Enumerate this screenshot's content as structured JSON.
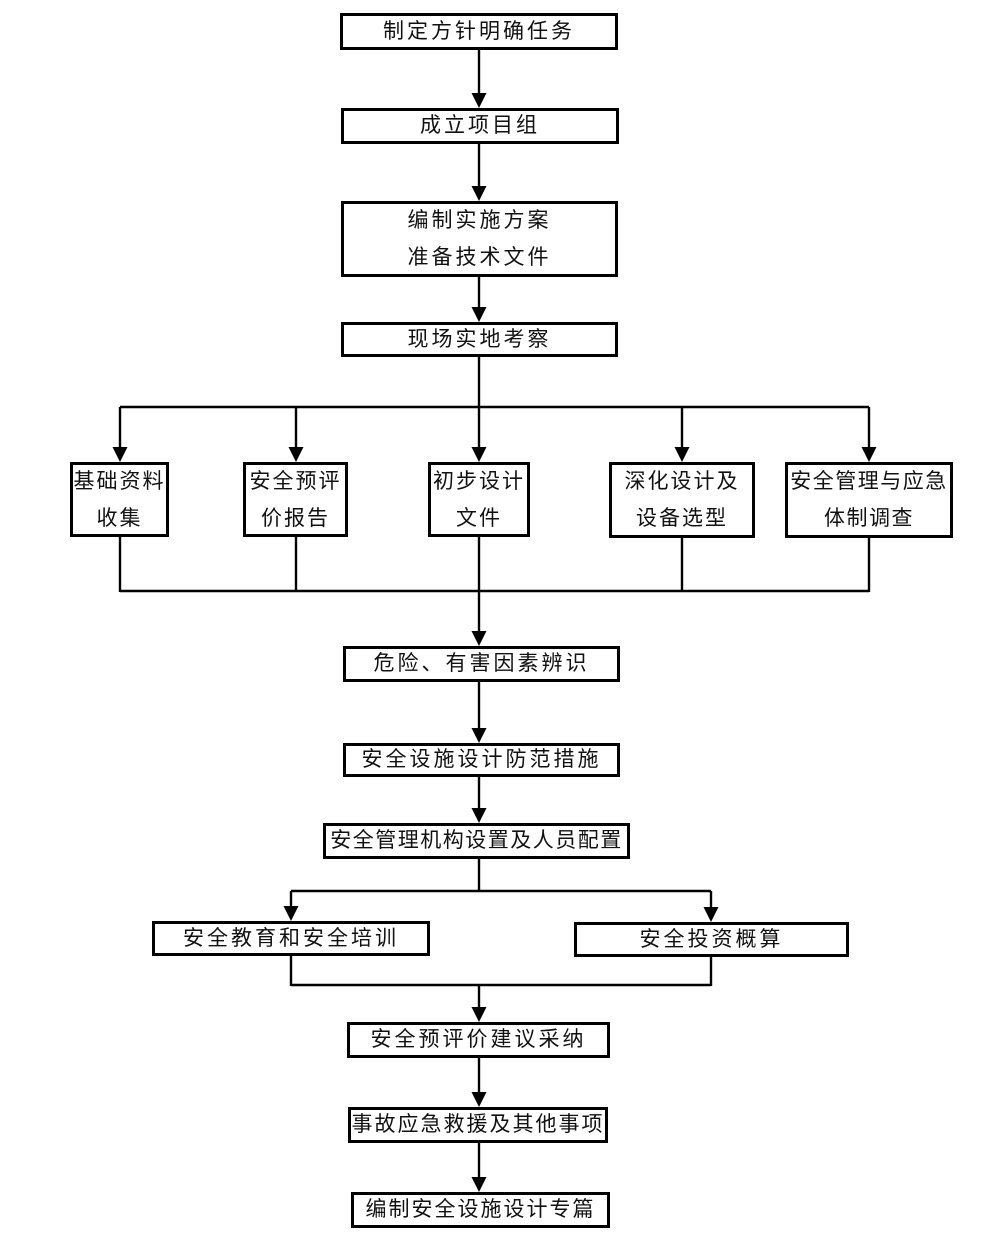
{
  "page": {
    "background_color": "#ffffff",
    "line_color": "#000000",
    "box_border_color": "#000000",
    "text_color": "#111111"
  },
  "nodes": {
    "define_policy": {
      "label": "制定方针明确任务"
    },
    "form_project_team": {
      "label": "成立项目组"
    },
    "prepare_plan": {
      "line1": "编制实施方案",
      "line2": "准备技术文件"
    },
    "site_visit": {
      "label": "现场实地考察"
    },
    "basic_data": {
      "line1": "基础资料",
      "line2": "收集"
    },
    "pre_eval_report": {
      "line1": "安全预评",
      "line2": "价报告"
    },
    "preliminary_design": {
      "line1": "初步设计",
      "line2": "文件"
    },
    "detailed_design": {
      "line1": "深化设计及",
      "line2": "设备选型"
    },
    "safety_mgmt_survey": {
      "line1": "安全管理与应急",
      "line2": "体制调查"
    },
    "hazard_identification": {
      "label": "危险、有害因素辨识"
    },
    "design_measures": {
      "label": "安全设施设计防范措施"
    },
    "org_staffing": {
      "label": "安全管理机构设置及人员配置"
    },
    "education_training": {
      "label": "安全教育和安全培训"
    },
    "investment_estimate": {
      "label": "安全投资概算"
    },
    "pre_eval_adoption": {
      "label": "安全预评价建议采纳"
    },
    "emergency_rescue": {
      "label": "事故应急救援及其他事项"
    },
    "compile_chapter": {
      "label": "编制安全设施设计专篇"
    }
  }
}
